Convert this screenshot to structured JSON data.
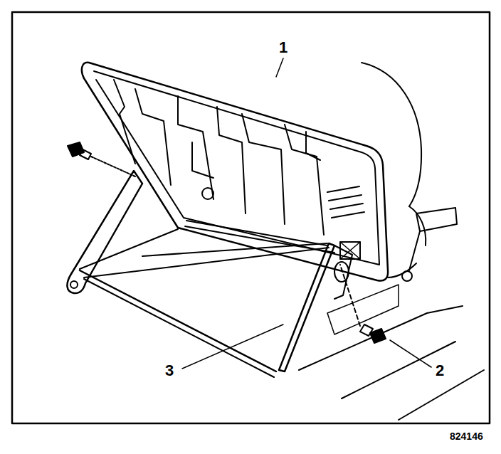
{
  "diagram": {
    "labels": [
      "1",
      "2",
      "3",
      "824146"
    ]
  }
}
